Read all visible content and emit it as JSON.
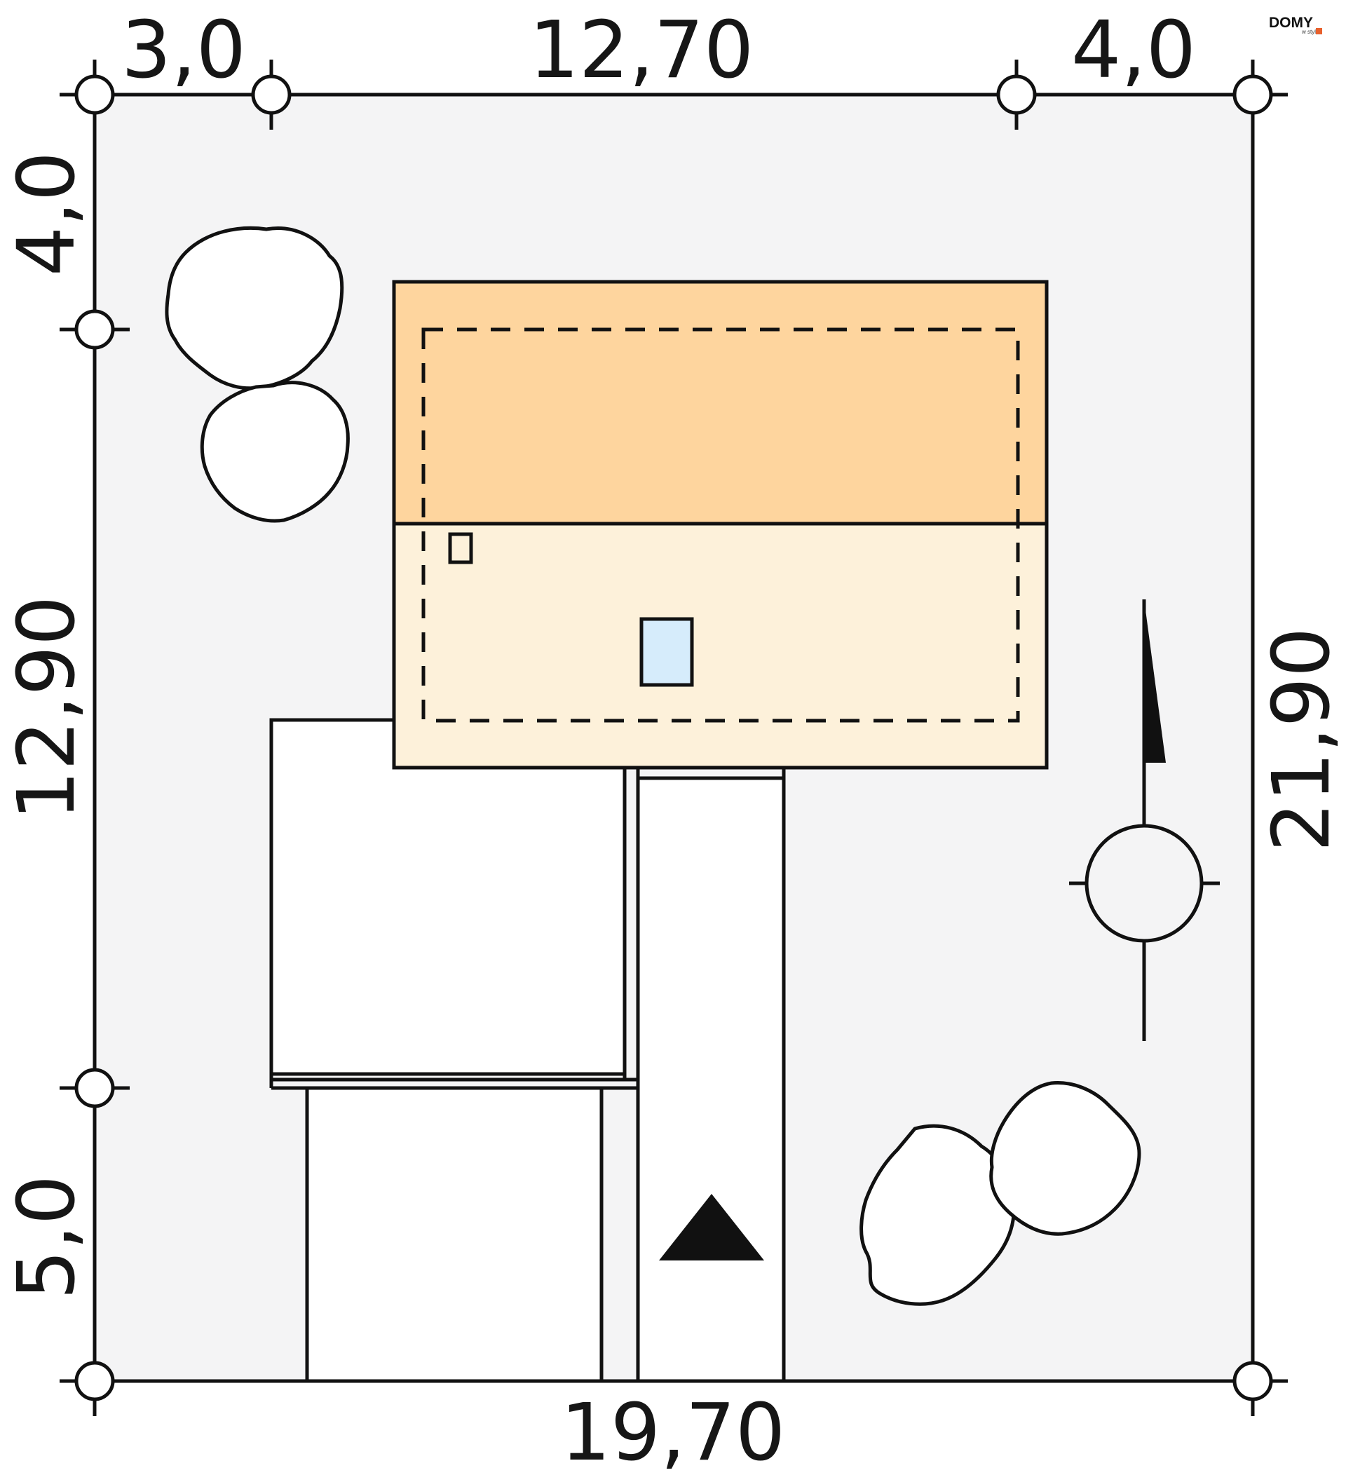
{
  "logo": {
    "name": "DOMY",
    "tagline": "w stylu"
  },
  "dimensions": {
    "top_left": "3,0",
    "top_middle": "12,70",
    "top_right": "4,0",
    "left_top": "4,0",
    "left_middle": "12,90",
    "left_bottom": "5,0",
    "right": "21,90",
    "bottom": "19,70"
  },
  "colors": {
    "plot_fill": "#f4f4f5",
    "roof_north": "#fed59e",
    "roof_south": "#fdf1da",
    "chimney": "#d6ecfb",
    "line": "#111111"
  },
  "icons": {
    "north_arrow": "north-arrow-icon",
    "entrance": "entrance-triangle-icon",
    "trees": "tree-icon"
  }
}
